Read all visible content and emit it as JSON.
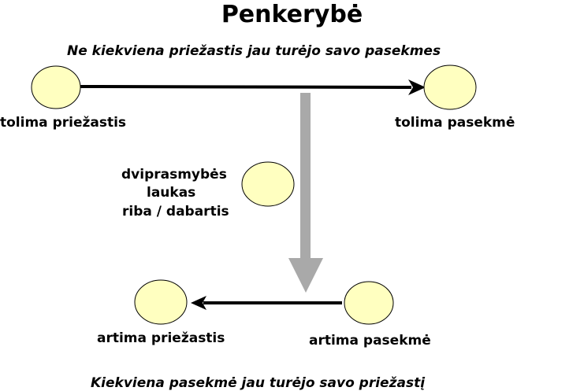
{
  "title": "Penkerybė",
  "top_caption": "Ne kiekviena priežastis jau turėjo savo pasekmes",
  "bottom_caption": "Kiekviena pasekmė jau turėjo savo priežastį",
  "nodes": {
    "distant_cause": "tolima priežastis",
    "distant_effect": "tolima pasekmė",
    "ambiguity_line1": "dviprasmybės",
    "ambiguity_line2": "laukas",
    "ambiguity_line3": "riba / dabartis",
    "near_cause": "artima priežastis",
    "near_effect": "artima pasekmė"
  },
  "colors": {
    "node_fill": "#ffffc0",
    "arrow_black": "#000000",
    "arrow_gray": "#a9a9a9"
  }
}
